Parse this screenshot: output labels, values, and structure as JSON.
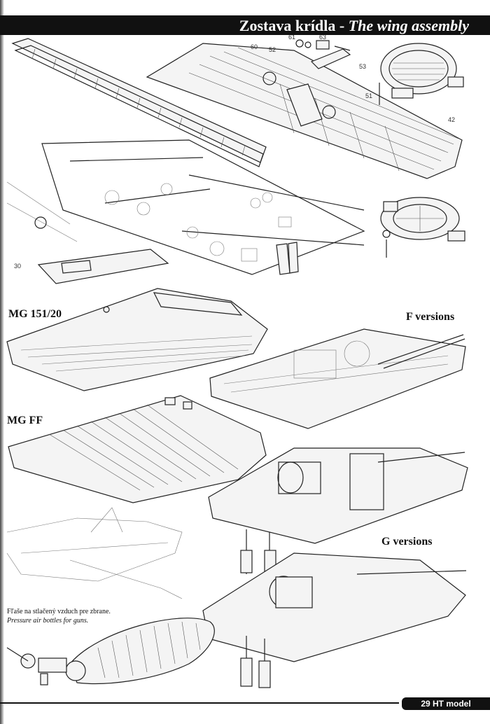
{
  "header": {
    "title_sk": "Zostava krídla",
    "separator": " - ",
    "title_en": "The wing assembly"
  },
  "captions": {
    "mg151": "MG 151/20",
    "mgff": "MG FF",
    "f_versions": "F versions",
    "g_versions": "G versions"
  },
  "note": {
    "sk": "Fľaše na stlačený vzduch pre zbrane.",
    "en": "Pressure air bottles for guns."
  },
  "part_numbers": [
    "30",
    "42",
    "51",
    "52",
    "53",
    "60",
    "61",
    "63"
  ],
  "footer": {
    "page_label": "29 HT model"
  }
}
